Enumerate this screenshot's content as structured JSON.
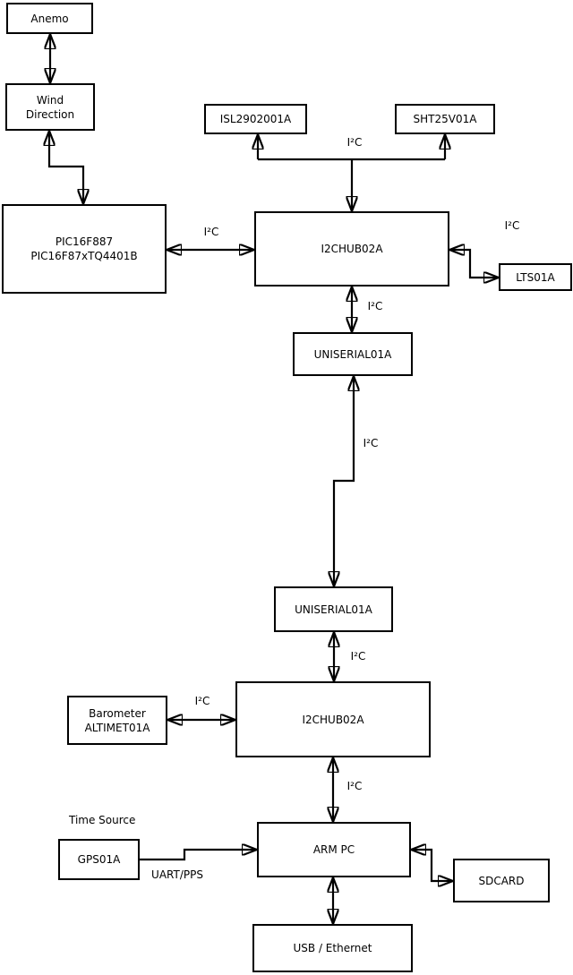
{
  "canvas": {
    "background": "#ffffff",
    "line_color": "#000000",
    "text_color": "#000000"
  },
  "nodes": {
    "anemo": {
      "label": "Anemo"
    },
    "wind_direction": {
      "label": "Wind\nDirection"
    },
    "pic": {
      "label": "PIC16F887\nPIC16F87xTQ4401B"
    },
    "isl": {
      "label": "ISL2902001A"
    },
    "sht": {
      "label": "SHT25V01A"
    },
    "hub1": {
      "label": "I2CHUB02A"
    },
    "lts": {
      "label": "LTS01A"
    },
    "uniserial1": {
      "label": "UNISERIAL01A"
    },
    "uniserial2": {
      "label": "UNISERIAL01A"
    },
    "hub2": {
      "label": "I2CHUB02A"
    },
    "barometer": {
      "label": "Barometer\nALTIMET01A"
    },
    "gps": {
      "label": "GPS01A"
    },
    "arm_pc": {
      "label": "ARM PC"
    },
    "sdcard": {
      "label": "SDCARD"
    },
    "usb_ethernet": {
      "label": "USB / Ethernet"
    }
  },
  "connections": [
    {
      "from": "Anemo",
      "to": "Wind Direction",
      "direction": "both",
      "label": ""
    },
    {
      "from": "Wind Direction",
      "to": "PIC16F887 PIC16F87xTQ4401B",
      "direction": "both",
      "label": ""
    },
    {
      "from": "PIC16F887 PIC16F87xTQ4401B",
      "to": "I2CHUB02A (upper)",
      "direction": "both",
      "label": "I²C"
    },
    {
      "from": "I2CHUB02A (upper)",
      "to": "ISL2902001A / SHT25V01A",
      "direction": "both",
      "label": "I²C"
    },
    {
      "from": "I2CHUB02A (upper)",
      "to": "LTS01A",
      "direction": "both",
      "label": "I²C"
    },
    {
      "from": "I2CHUB02A (upper)",
      "to": "UNISERIAL01A (upper)",
      "direction": "both",
      "label": "I²C"
    },
    {
      "from": "UNISERIAL01A (upper)",
      "to": "UNISERIAL01A (lower)",
      "direction": "both",
      "label": "I²C"
    },
    {
      "from": "UNISERIAL01A (lower)",
      "to": "I2CHUB02A (lower)",
      "direction": "both",
      "label": "I²C"
    },
    {
      "from": "Barometer ALTIMET01A",
      "to": "I2CHUB02A (lower)",
      "direction": "both",
      "label": "I²C"
    },
    {
      "from": "I2CHUB02A (lower)",
      "to": "ARM PC",
      "direction": "both",
      "label": "I²C"
    },
    {
      "from": "GPS01A",
      "to": "ARM PC",
      "direction": "one-way",
      "label": "UART/PPS"
    },
    {
      "from": "ARM PC",
      "to": "SDCARD",
      "direction": "both",
      "label": ""
    },
    {
      "from": "ARM PC",
      "to": "USB / Ethernet",
      "direction": "both",
      "label": ""
    }
  ],
  "annotations": {
    "time_source": "Time Source"
  }
}
